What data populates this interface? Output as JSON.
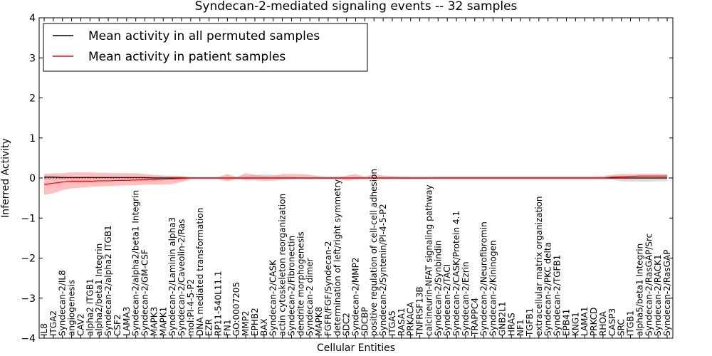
{
  "chart_data": {
    "type": "line",
    "title": "Syndecan-2-mediated signaling events -- 32 samples",
    "xlabel": "Cellular Entities",
    "ylabel": "Inferred Activity",
    "ylim": [
      -4,
      4
    ],
    "yticks": [
      "−4",
      "−3",
      "−2",
      "−1",
      "0",
      "1",
      "2",
      "3",
      "4"
    ],
    "grid": false,
    "legend_position": "top-left",
    "categories": [
      "IL8",
      "ITGA2",
      "Syndecan-2/IL8",
      "angiogenesis",
      "CAV2",
      "alpha2 ITGB1",
      "alpha2/beta1 Integrin",
      "Syndecan-2/alpha2 ITGB1",
      "CSF2",
      "LAMA3",
      "Syndecan-2/alpha2/beta1 Integrin",
      "Syndecan-2/GM-CSF",
      "MAPK3",
      "MAPK1",
      "Syndecan-2/Laminin alpha3",
      "Syndecan-2/Caveolin-2/Ras",
      "mol:PI-4-5-P2",
      "DNA mediated transformation",
      "EZR",
      "RP11-540L11.1",
      "FN1",
      "GO:0007205",
      "MMP2",
      "EPHB2",
      "BAX",
      "Syndecan-2/CASK",
      "actin cytoskeleton reorganization",
      "Syndecan-2/Fibronectin",
      "dendrite morphogenesis",
      "Syndecan-2 dimer",
      "MAPK8",
      "FGFR/FGF/Syndecan-2",
      "determination of left/right symmetry",
      "SDC2",
      "Syndecan-2/MMP2",
      "SDCBP",
      "positive regulation of cell-cell adhesion",
      "Syndecan-2/Syntenin/PI-4-5-P2",
      "ITGA5",
      "RASA1",
      "PRKACA",
      "TNFRSF13B",
      "calcineurin-NFAT signaling pathway",
      "Syndecan-2/Synbindin",
      "Syndecan-2/TACI",
      "Syndecan-2/CASK/Protein 4.1",
      "Syndecan-2/Ezrin",
      "TRAPPC4",
      "Syndecan-2/Neurofibromin",
      "Syndecan-2/Kininogen",
      "GNB2L1",
      "HRAS",
      "NF1",
      "TGFB1",
      "extracellular matrix organization",
      "Syndecan-2/PKC delta",
      "Syndecan-2/TGFB1",
      "EPB41",
      "KNG1",
      "LAMA1",
      "PRKCD",
      "RHOA",
      "CASP3",
      "SRC",
      "ITGB1",
      "alpha5/beta1 Integrin",
      "Syndecan-2/RasGAP/Src",
      "Syndecan-2/RACK1",
      "Syndecan-2/RasGAP"
    ],
    "series": [
      {
        "name": "Mean activity in all permuted samples",
        "color": "#000000",
        "band_color": "#aaaaaa",
        "values": [
          0.02,
          0.02,
          0.01,
          0.01,
          0.01,
          0.01,
          0.01,
          0.01,
          0.01,
          0.01,
          0.01,
          0.01,
          0.0,
          0.0,
          0.0,
          0.0,
          0.0,
          0.0,
          0.0,
          0.0,
          0.0,
          0.0,
          0.0,
          0.0,
          0.0,
          0.0,
          0.0,
          0.0,
          0.0,
          0.0,
          0.0,
          0.0,
          0.0,
          0.0,
          0.0,
          0.0,
          0.0,
          0.0,
          0.0,
          0.0,
          0.0,
          0.0,
          0.0,
          0.0,
          0.0,
          0.0,
          0.0,
          0.0,
          0.0,
          0.0,
          0.0,
          0.0,
          0.0,
          0.0,
          0.0,
          0.0,
          0.0,
          0.0,
          0.0,
          0.0,
          0.0,
          0.0,
          0.0,
          0.0,
          0.0,
          0.0,
          0.0,
          0.0,
          0.0
        ],
        "band_low": [
          -0.04,
          -0.04,
          -0.04,
          -0.03,
          -0.03,
          -0.03,
          -0.03,
          -0.03,
          -0.03,
          -0.03,
          -0.03,
          -0.03,
          -0.03,
          -0.03,
          -0.03,
          -0.03,
          -0.02,
          -0.02,
          -0.02,
          -0.02,
          -0.03,
          -0.03,
          -0.04,
          -0.06,
          -0.08,
          -0.07,
          -0.04,
          -0.03,
          -0.02,
          -0.02,
          -0.02,
          -0.02,
          -0.02,
          -0.02,
          -0.02,
          -0.02,
          -0.02,
          -0.02,
          -0.02,
          -0.02,
          -0.02,
          -0.02,
          -0.02,
          -0.02,
          -0.02,
          -0.02,
          -0.02,
          -0.02,
          -0.02,
          -0.02,
          -0.02,
          -0.02,
          -0.02,
          -0.02,
          -0.02,
          -0.02,
          -0.02,
          -0.02,
          -0.02,
          -0.02,
          -0.02,
          -0.03,
          -0.05,
          -0.08,
          -0.09,
          -0.09,
          -0.09,
          -0.08,
          -0.08
        ],
        "band_high": [
          0.06,
          0.06,
          0.06,
          0.05,
          0.05,
          0.05,
          0.05,
          0.05,
          0.05,
          0.05,
          0.05,
          0.05,
          0.04,
          0.04,
          0.04,
          0.04,
          0.03,
          0.03,
          0.03,
          0.03,
          0.03,
          0.04,
          0.05,
          0.07,
          0.09,
          0.08,
          0.05,
          0.04,
          0.03,
          0.03,
          0.03,
          0.03,
          0.03,
          0.03,
          0.03,
          0.03,
          0.03,
          0.03,
          0.03,
          0.03,
          0.03,
          0.03,
          0.03,
          0.03,
          0.03,
          0.03,
          0.03,
          0.03,
          0.03,
          0.03,
          0.03,
          0.03,
          0.03,
          0.03,
          0.03,
          0.03,
          0.03,
          0.03,
          0.03,
          0.03,
          0.03,
          0.03,
          0.04,
          0.05,
          0.06,
          0.06,
          0.06,
          0.06,
          0.06
        ]
      },
      {
        "name": "Mean activity in patient samples",
        "color": "#ff0000",
        "band_color": "#ff8080",
        "values": [
          -0.16,
          -0.13,
          -0.1,
          -0.08,
          -0.08,
          -0.08,
          -0.07,
          -0.07,
          -0.06,
          -0.06,
          -0.05,
          -0.04,
          -0.04,
          -0.03,
          -0.02,
          -0.01,
          0.0,
          0.0,
          0.0,
          0.0,
          0.0,
          0.0,
          0.0,
          0.0,
          0.0,
          0.0,
          0.0,
          0.0,
          0.0,
          0.0,
          0.0,
          0.0,
          0.0,
          0.0,
          0.0,
          0.0,
          0.0,
          0.0,
          0.0,
          0.0,
          0.0,
          0.0,
          0.0,
          0.0,
          0.0,
          0.0,
          0.0,
          0.0,
          0.0,
          0.0,
          0.0,
          0.0,
          0.0,
          0.0,
          0.0,
          0.0,
          0.0,
          0.0,
          0.0,
          0.0,
          0.0,
          0.0,
          0.02,
          0.03,
          0.04,
          0.05,
          0.05,
          0.05,
          0.05
        ],
        "band_low": [
          -0.42,
          -0.38,
          -0.3,
          -0.26,
          -0.24,
          -0.22,
          -0.21,
          -0.2,
          -0.19,
          -0.18,
          -0.18,
          -0.17,
          -0.16,
          -0.16,
          -0.15,
          -0.1,
          -0.02,
          -0.02,
          -0.02,
          -0.02,
          -0.08,
          -0.02,
          -0.05,
          -0.03,
          -0.03,
          -0.03,
          -0.02,
          -0.02,
          -0.02,
          -0.02,
          -0.02,
          -0.02,
          -0.02,
          -0.06,
          -0.03,
          -0.02,
          -0.02,
          -0.02,
          -0.02,
          -0.02,
          -0.02,
          -0.02,
          -0.02,
          -0.02,
          -0.02,
          -0.02,
          -0.02,
          -0.02,
          -0.02,
          -0.02,
          -0.02,
          -0.02,
          -0.02,
          -0.02,
          -0.02,
          -0.02,
          -0.02,
          -0.02,
          -0.02,
          -0.02,
          -0.02,
          -0.02,
          -0.01,
          -0.01,
          0.0,
          0.0,
          0.0,
          0.0,
          0.0
        ],
        "band_high": [
          0.1,
          0.12,
          0.12,
          0.14,
          0.14,
          0.14,
          0.13,
          0.13,
          0.12,
          0.12,
          0.12,
          0.1,
          0.08,
          0.06,
          0.06,
          0.05,
          0.02,
          0.02,
          0.02,
          0.02,
          0.1,
          0.02,
          0.12,
          0.08,
          0.05,
          0.05,
          0.1,
          0.1,
          0.1,
          0.08,
          0.05,
          0.03,
          0.03,
          0.06,
          0.1,
          0.03,
          0.1,
          0.06,
          0.05,
          0.04,
          0.03,
          0.03,
          0.03,
          0.04,
          0.04,
          0.04,
          0.04,
          0.04,
          0.04,
          0.04,
          0.04,
          0.04,
          0.04,
          0.04,
          0.04,
          0.04,
          0.04,
          0.04,
          0.04,
          0.04,
          0.04,
          0.05,
          0.08,
          0.1,
          0.1,
          0.1,
          0.1,
          0.1,
          0.1
        ]
      }
    ]
  }
}
